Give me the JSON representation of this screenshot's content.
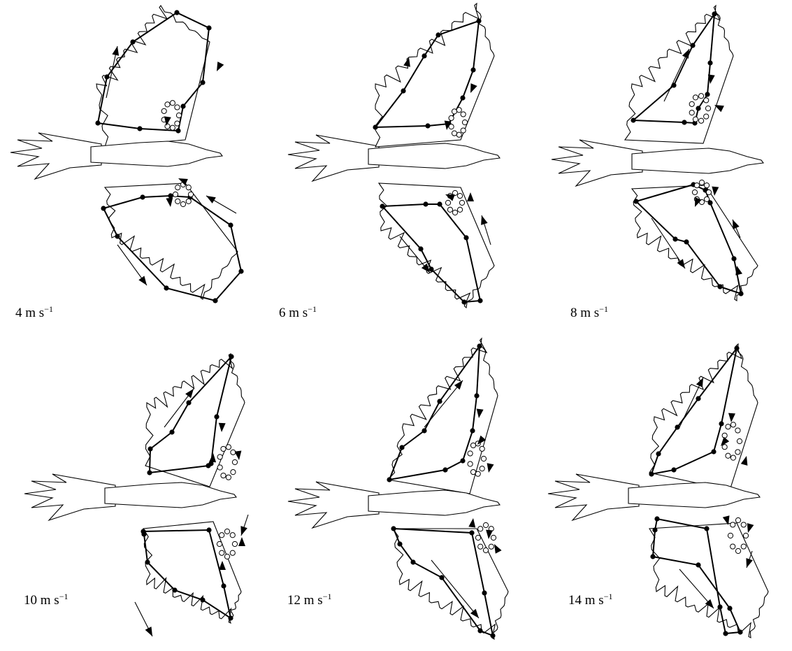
{
  "panels": [
    {
      "speed": "4",
      "unit": "m s",
      "exponent": "−1"
    },
    {
      "speed": "6",
      "unit": "m s",
      "exponent": "−1"
    },
    {
      "speed": "8",
      "unit": "m s",
      "exponent": "−1"
    },
    {
      "speed": "10",
      "unit": "m s",
      "exponent": "−1"
    },
    {
      "speed": "12",
      "unit": "m s",
      "exponent": "−1"
    },
    {
      "speed": "14",
      "unit": "m s",
      "exponent": "−1"
    }
  ]
}
